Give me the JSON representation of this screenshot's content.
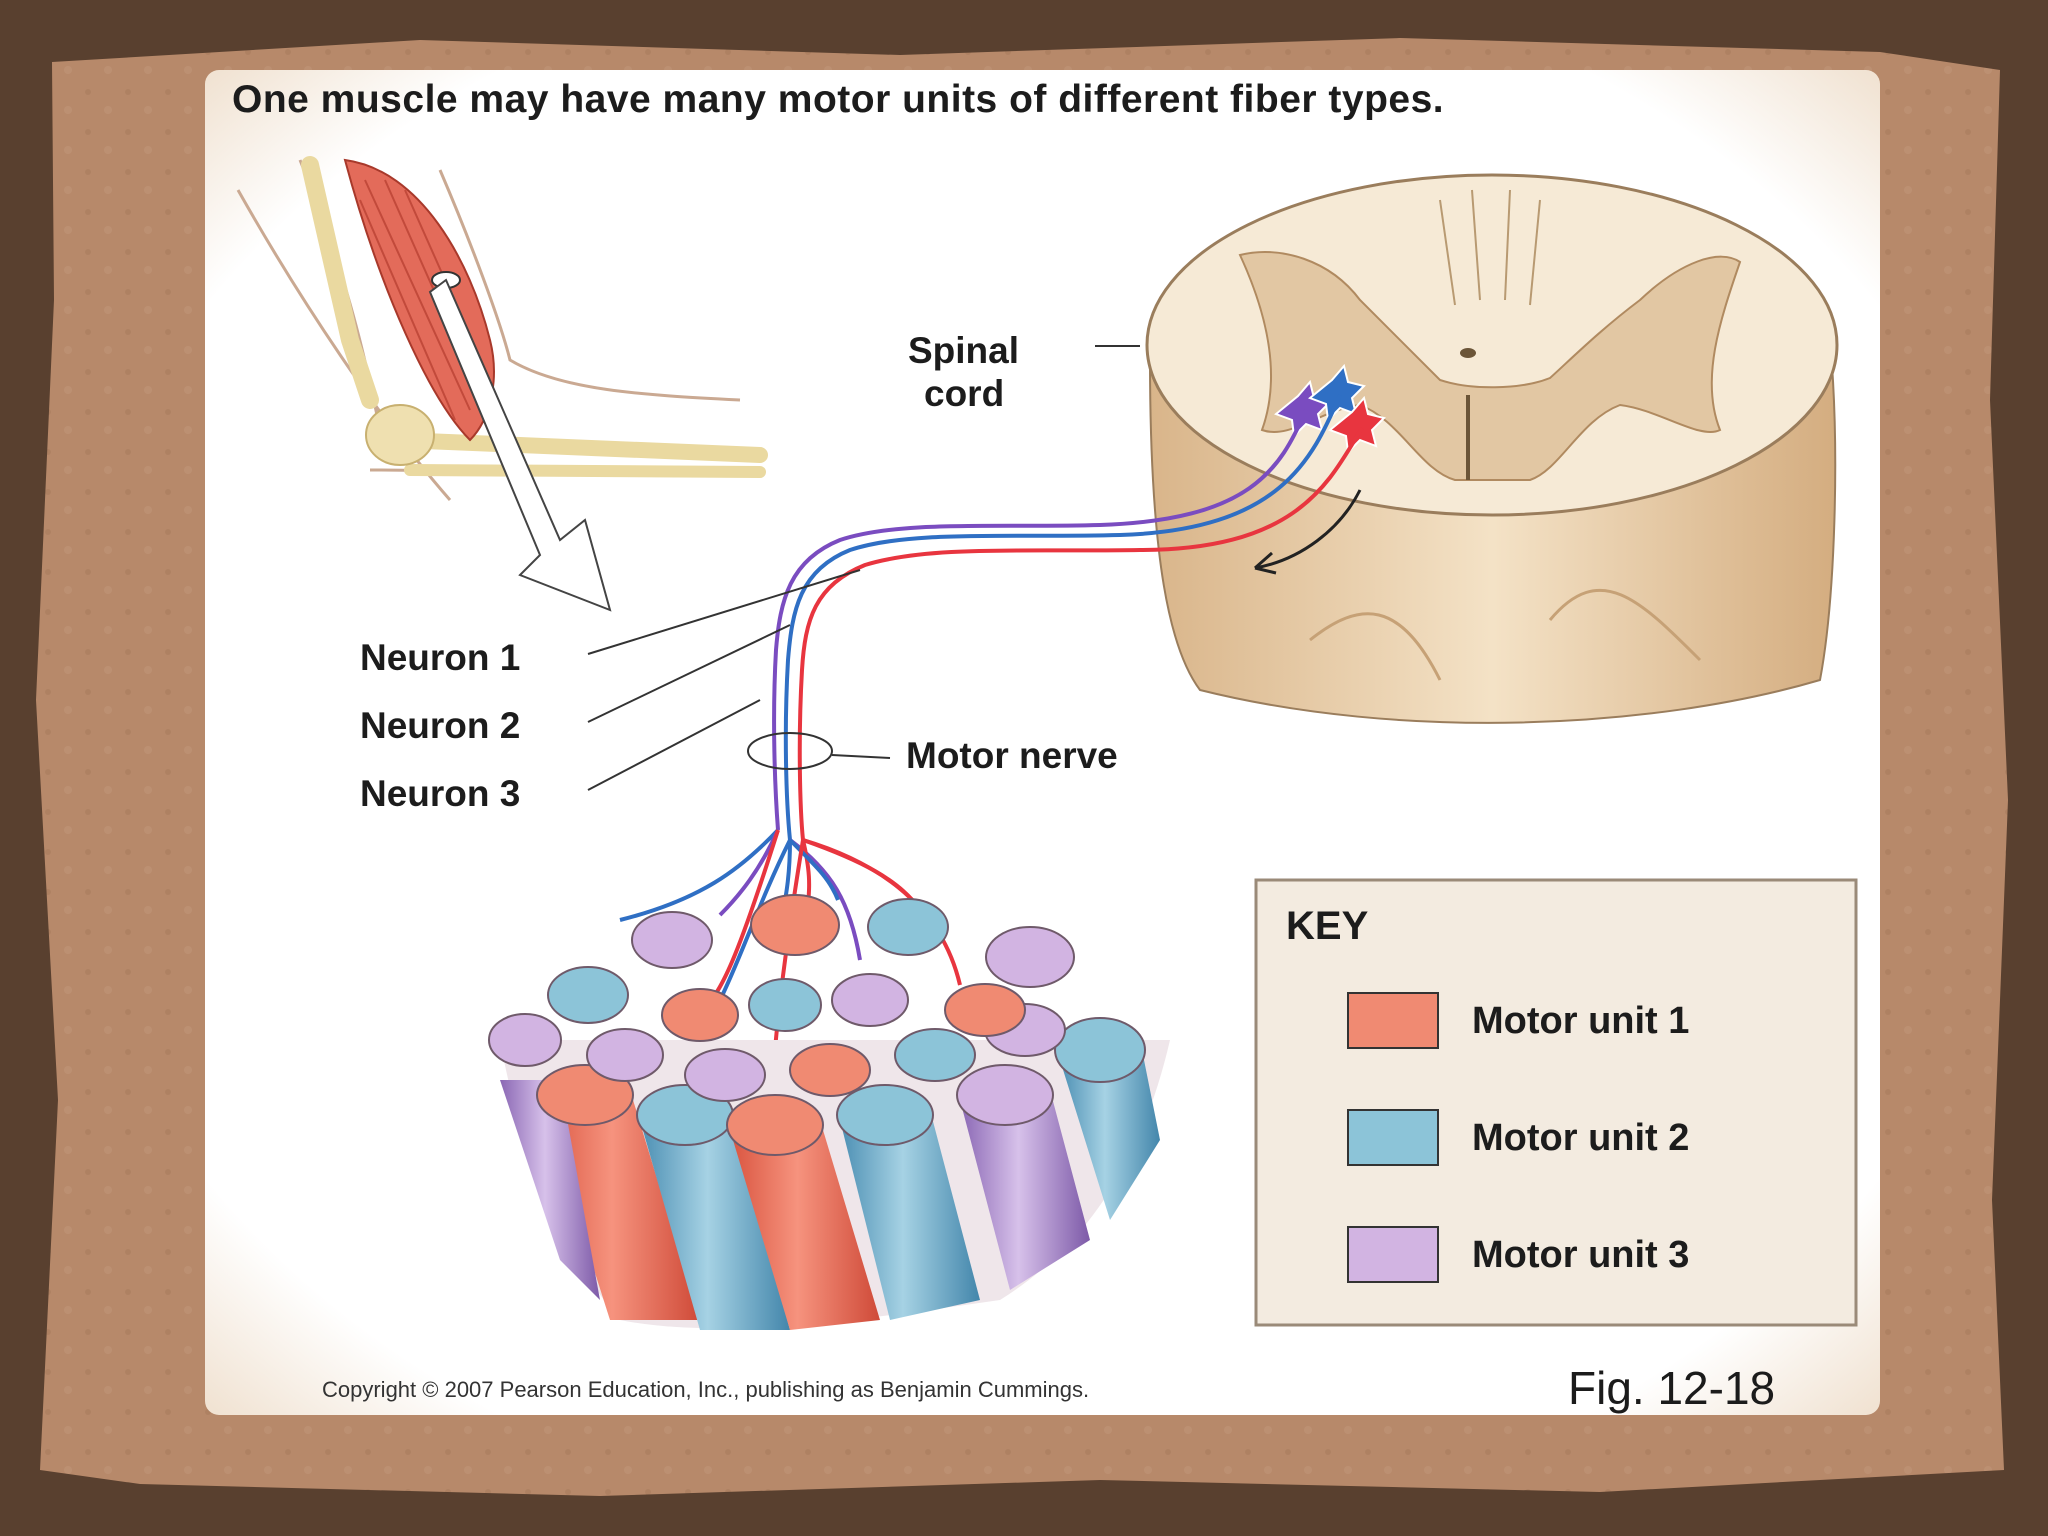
{
  "title": "One muscle may have many motor units of different fiber types.",
  "labels": {
    "spinal_cord_line1": "Spinal",
    "spinal_cord_line2": "cord",
    "neuron_1": "Neuron 1",
    "neuron_2": "Neuron 2",
    "neuron_3": "Neuron 3",
    "motor_nerve": "Motor nerve"
  },
  "key": {
    "title": "KEY",
    "items": [
      {
        "label": "Motor unit 1",
        "color": "#f08a72"
      },
      {
        "label": "Motor unit 2",
        "color": "#8cc4d8"
      },
      {
        "label": "Motor unit 3",
        "color": "#d2b4e2"
      }
    ]
  },
  "footer": {
    "copyright": "Copyright © 2007 Pearson Education, Inc., publishing as Benjamin Cummings.",
    "figure": "Fig. 12-18"
  },
  "colors": {
    "neuron_1": "#e8353f",
    "neuron_2": "#2f6fc4",
    "neuron_3": "#7a4cc0",
    "muscle": "#e36b5a",
    "spinal_gray": "#e2c7a3",
    "spinal_white": "#f6ead6"
  }
}
